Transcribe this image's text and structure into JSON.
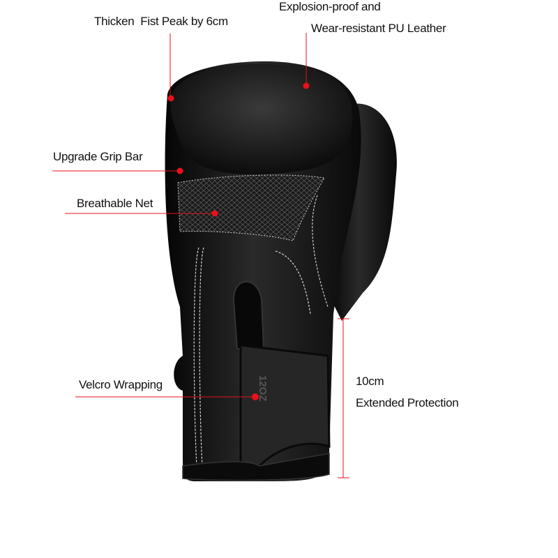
{
  "callouts": {
    "fist_peak": "Thicken  Fist Peak by 6cm",
    "leather_line1": "Explosion-proof and",
    "leather_line2": "Wear-resistant PU Leather",
    "grip_bar": "Upgrade Grip Bar",
    "breathable_net": "Breathable Net",
    "velcro": "Velcro Wrapping",
    "dimension_value": "10cm",
    "dimension_label": "Extended Protection"
  },
  "product": {
    "weight_marking": "12OZ"
  },
  "colors": {
    "accent": "#e8101a",
    "glove": "#141414",
    "stitching": "#d8d8d8"
  }
}
